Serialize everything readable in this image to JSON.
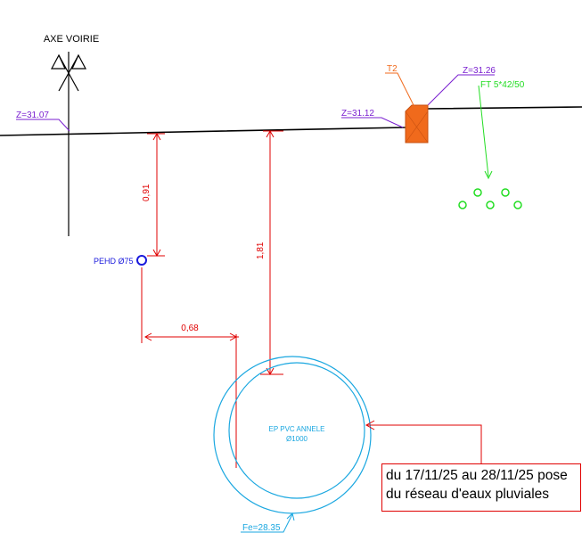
{
  "axis_label": "AXE VOIRIE",
  "elevations": {
    "left": "Z=31.07",
    "middle": "Z=31.12",
    "right": "Z=31.26",
    "pipe_invert": "Fe=28.35"
  },
  "chamber_label": "T2",
  "telecom_label": "FT 5*42/50",
  "small_pipe_label": "PEHD Ø75",
  "dimensions": {
    "pehd_depth": "0,91",
    "main_pipe_depth": "1,81",
    "horizontal_offset": "0,68"
  },
  "main_pipe": {
    "line1": "EP PVC ANNELE",
    "line2": "Ø1000"
  },
  "callout": {
    "line1": "du 17/11/25 au 28/11/25 pose",
    "line2": "du réseau d'eaux pluviales"
  },
  "colors": {
    "road": "#000000",
    "dimension": "#e00000",
    "elevation": "#7a1fd0",
    "chamber": "#f06a1c",
    "telecom": "#22dd22",
    "pehd": "#1a1adc",
    "main_pipe": "#1aa7e0"
  }
}
